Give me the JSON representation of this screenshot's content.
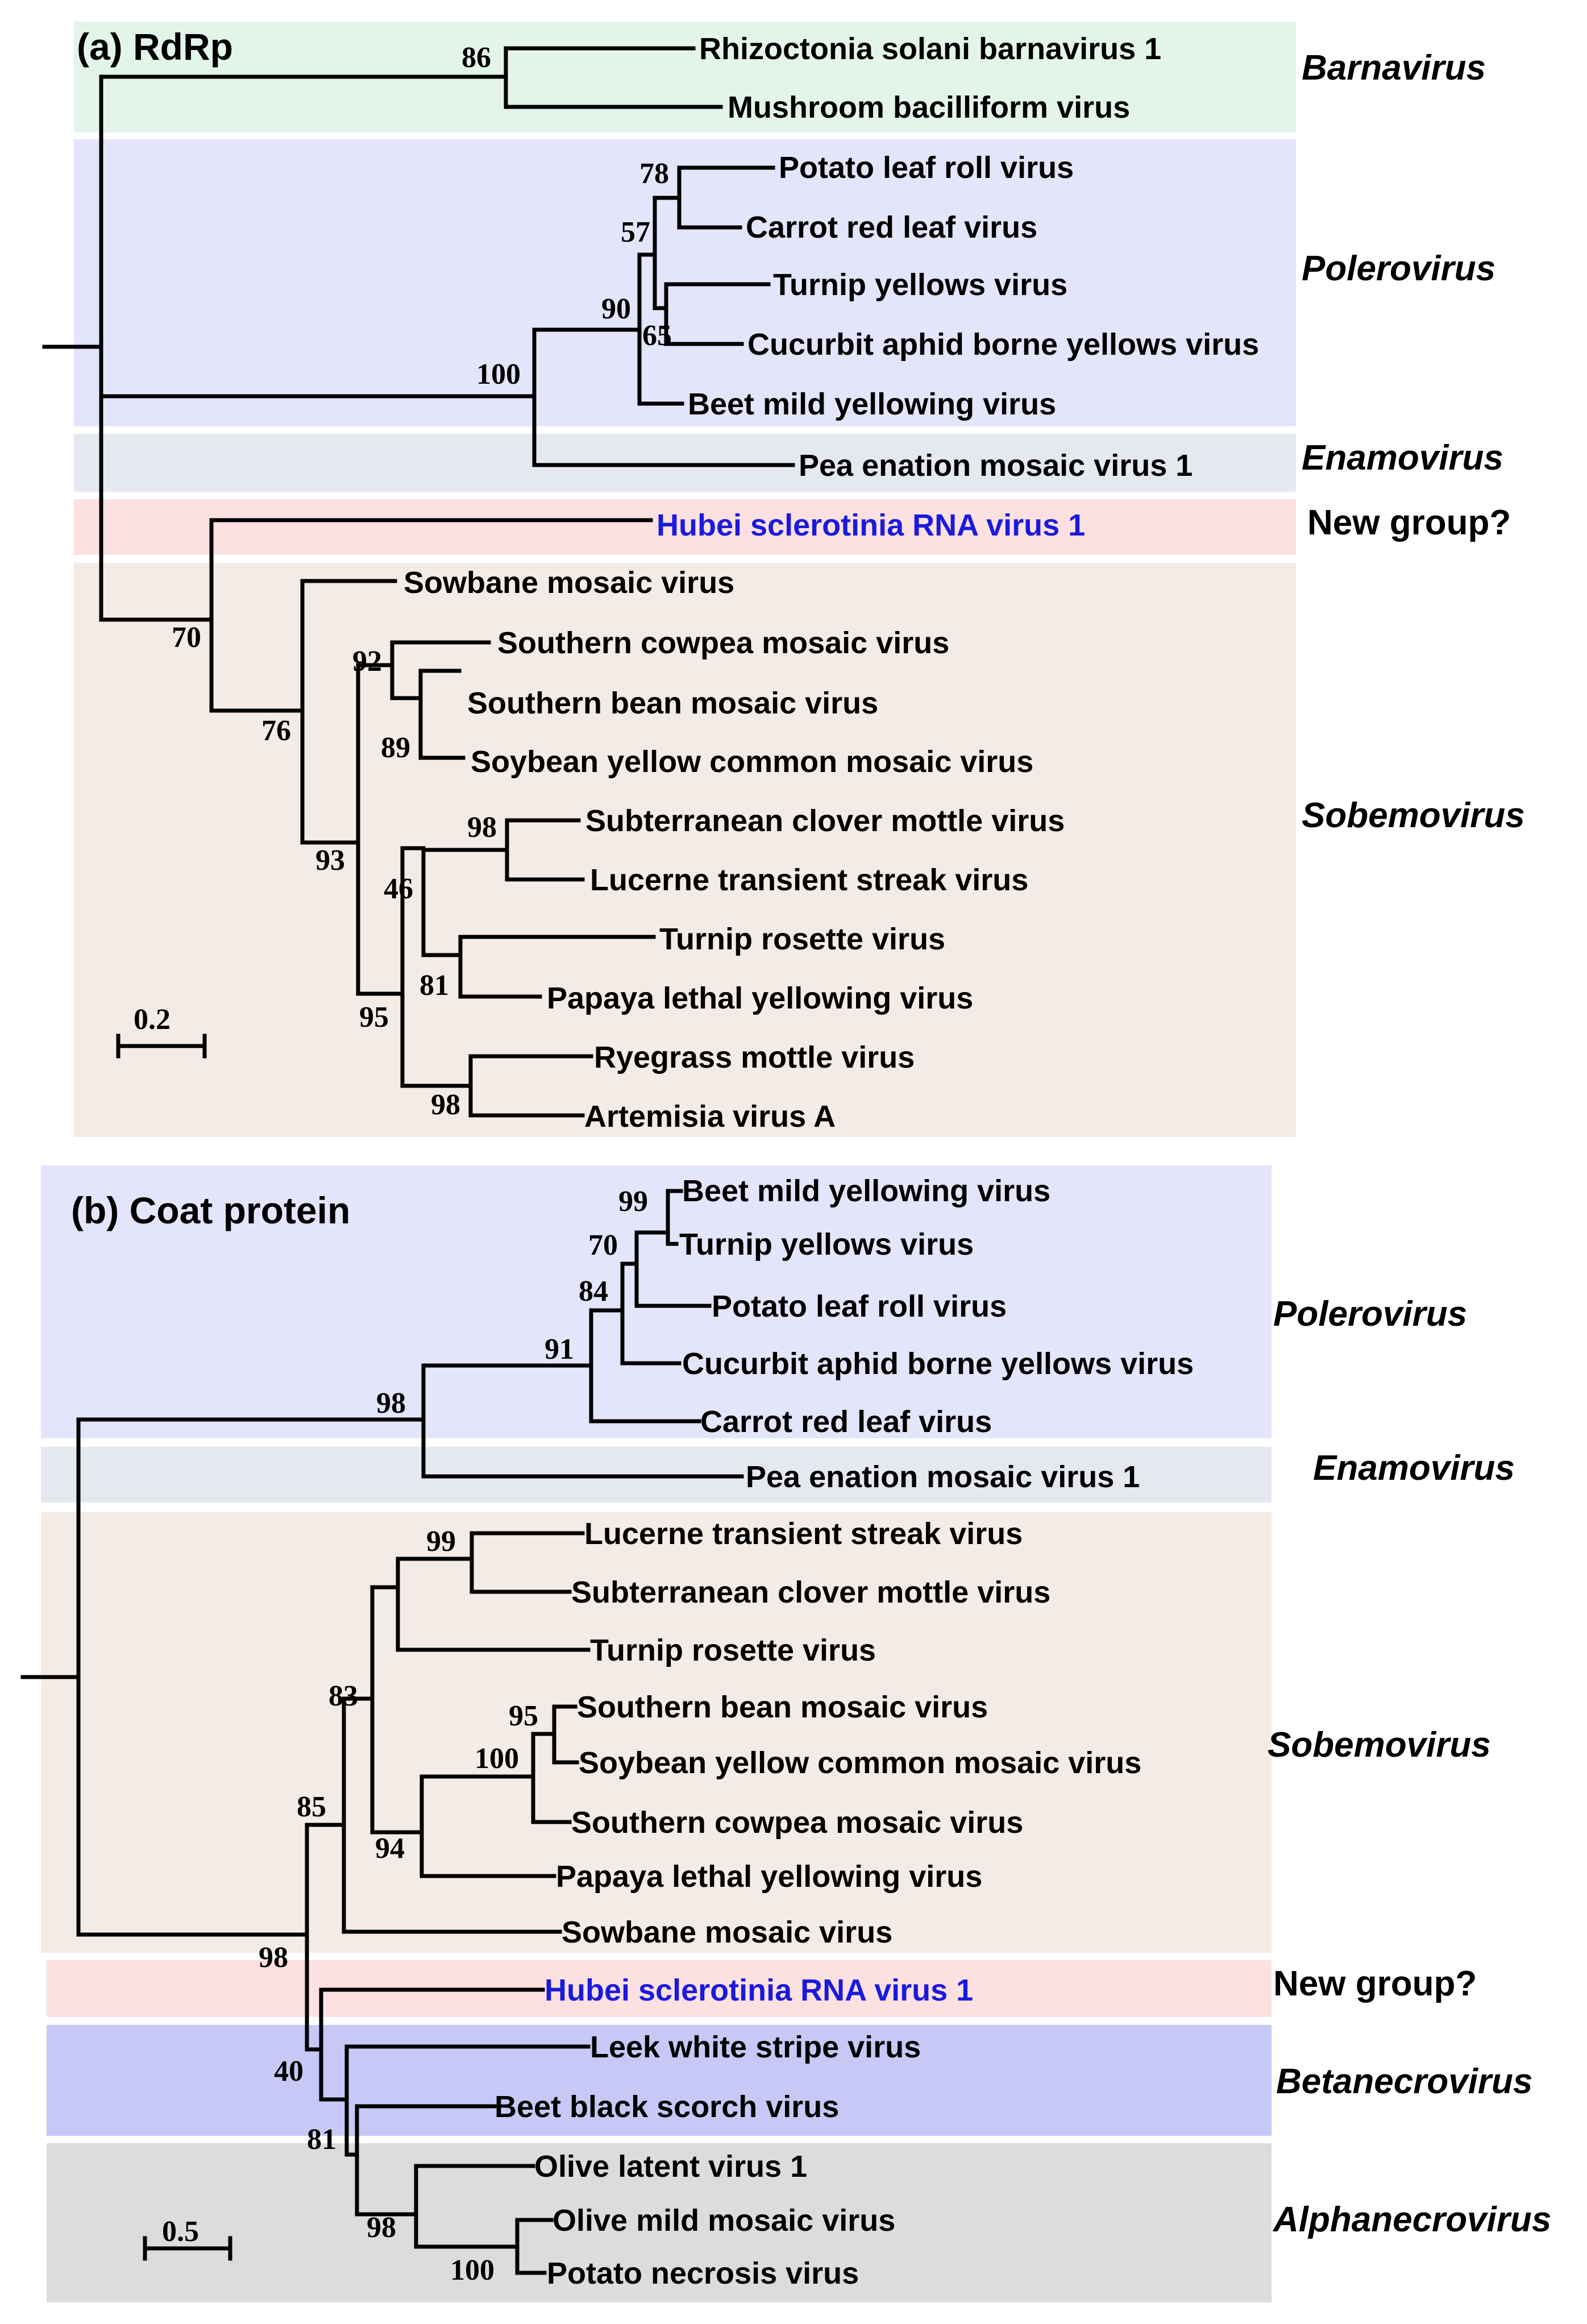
{
  "colors": {
    "barnavirus": "#e3f5ea",
    "polerovirus": "#e4e4fb",
    "enamovirus": "#e6e8ef",
    "newgroup": "#fde0e0",
    "sobemovirus": "#f3ebe6",
    "betanecrovirus": "#c8c8f6",
    "alphanecrovirus": "#dcdcdf",
    "highlight_text": "#1a1adc",
    "text": "#000000"
  },
  "panel_a": {
    "title": "(a) RdRp",
    "scale_label": "0.2",
    "groups": {
      "barnavirus": "Barnavirus",
      "polerovirus": "Polerovirus",
      "enamovirus": "Enamovirus",
      "newgroup": "New group?",
      "sobemovirus": "Sobemovirus"
    },
    "leaves": [
      "Rhizoctonia solani barnavirus 1",
      "Mushroom bacilliform virus",
      "Potato leaf roll virus",
      "Carrot red leaf virus",
      "Turnip yellows virus",
      "Cucurbit aphid borne yellows virus",
      "Beet mild yellowing virus",
      "Pea enation mosaic virus 1",
      "Hubei sclerotinia RNA virus 1",
      "Sowbane mosaic virus",
      "Southern cowpea mosaic virus",
      "Southern bean mosaic virus",
      "Soybean yellow common mosaic virus",
      "Subterranean clover mottle virus",
      "Lucerne transient streak virus",
      "Turnip rosette virus",
      "Papaya lethal yellowing virus",
      "Ryegrass mottle virus",
      "Artemisia virus A"
    ],
    "bootstraps": [
      "86",
      "78",
      "57",
      "90",
      "65",
      "100",
      "70",
      "76",
      "92",
      "89",
      "93",
      "98",
      "46",
      "81",
      "95",
      "98"
    ]
  },
  "panel_b": {
    "title": "(b) Coat protein",
    "scale_label": "0.5",
    "groups": {
      "polerovirus": "Polerovirus",
      "enamovirus": "Enamovirus",
      "sobemovirus": "Sobemovirus",
      "newgroup": "New group?",
      "betanecrovirus": "Betanecrovirus",
      "alphanecrovirus": "Alphanecrovirus"
    },
    "leaves": [
      "Beet mild yellowing virus",
      "Turnip yellows virus",
      "Potato leaf roll virus",
      "Cucurbit aphid borne yellows virus",
      "Carrot red leaf virus",
      "Pea enation mosaic virus 1",
      "Lucerne transient streak virus",
      "Subterranean clover mottle virus",
      "Turnip rosette virus",
      "Southern bean mosaic virus",
      "Soybean yellow common mosaic virus",
      "Southern cowpea mosaic virus",
      "Papaya lethal yellowing virus",
      "Sowbane mosaic virus",
      "Hubei sclerotinia RNA virus 1",
      "Leek white stripe virus",
      "Beet black scorch virus",
      "Olive latent virus 1",
      "Olive mild mosaic virus",
      "Potato necrosis virus"
    ],
    "bootstraps": [
      "99",
      "70",
      "84",
      "91",
      "98",
      "99",
      "83",
      "95",
      "100",
      "94",
      "85",
      "98",
      "40",
      "81",
      "98",
      "100"
    ]
  }
}
